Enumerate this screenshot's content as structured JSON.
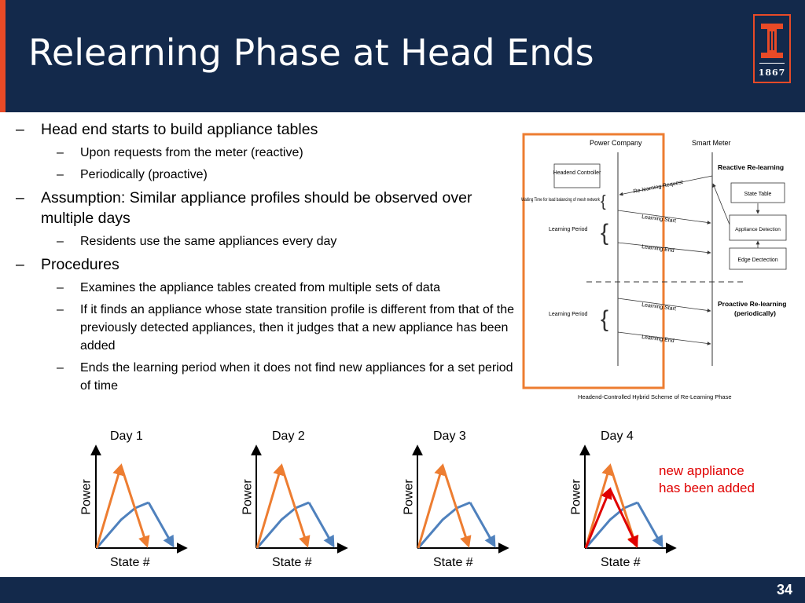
{
  "slide": {
    "title": "Relearning Phase at Head Ends",
    "logo_year": "1867",
    "page_number": "34"
  },
  "bullets": [
    {
      "level": 1,
      "dash": "–",
      "text": "Head end starts to build appliance tables"
    },
    {
      "level": 2,
      "dash": "–",
      "text": "Upon requests from the meter (reactive)"
    },
    {
      "level": 2,
      "dash": "–",
      "text": "Periodically (proactive)"
    },
    {
      "level": 1,
      "dash": "–",
      "text": "Assumption: Similar appliance profiles should be observed over multiple days"
    },
    {
      "level": 2,
      "dash": "–",
      "text": "Residents use the same appliances every day"
    },
    {
      "level": 1,
      "dash": "–",
      "text": "Procedures"
    },
    {
      "level": 2,
      "dash": "–",
      "text": "Examines the appliance tables created from multiple sets of data"
    },
    {
      "level": 2,
      "dash": "–",
      "text": "If it finds an appliance whose state transition profile is different from that of the previously detected appliances, then it judges that a new appliance has been added"
    },
    {
      "level": 2,
      "dash": "–",
      "text": "Ends the learning period when it does not find new appliances for a set period of time"
    }
  ],
  "diagram": {
    "power_company": "Power Company",
    "smart_meter": "Smart Meter",
    "headend_controller": "Headend Controller",
    "reactive": "Reactive Re-learning",
    "proactive_line1": "Proactive Re-learning",
    "proactive_line2": "(periodically)",
    "state_table": "State Table",
    "appliance_detection": "Appliance Detection",
    "edge_detection": "Edge Dectection",
    "waiting_time": "Waiting Time for load balancing of mesh network",
    "learning_period": "Learning Period",
    "relearning_request": "Re-learning Request",
    "learning_start": "Learning Start",
    "learning_end": "Learning End",
    "caption": "Headend-Controlled Hybrid Scheme of Re-Learning Phase"
  },
  "graphs": [
    {
      "day": "Day 1",
      "ylabel": "Power",
      "xlabel": "State #",
      "new_appliance": false
    },
    {
      "day": "Day 2",
      "ylabel": "Power",
      "xlabel": "State #",
      "new_appliance": false
    },
    {
      "day": "Day 3",
      "ylabel": "Power",
      "xlabel": "State #",
      "new_appliance": false
    },
    {
      "day": "Day 4",
      "ylabel": "Power",
      "xlabel": "State #",
      "new_appliance": true
    }
  ],
  "annotation": {
    "line1": "new appliance",
    "line2": "has been added"
  },
  "colors": {
    "header": "#13294b",
    "accent": "#e84a27",
    "orange_series": "#ed7d31",
    "blue_series": "#4f81bd",
    "red_series": "#e00000"
  }
}
